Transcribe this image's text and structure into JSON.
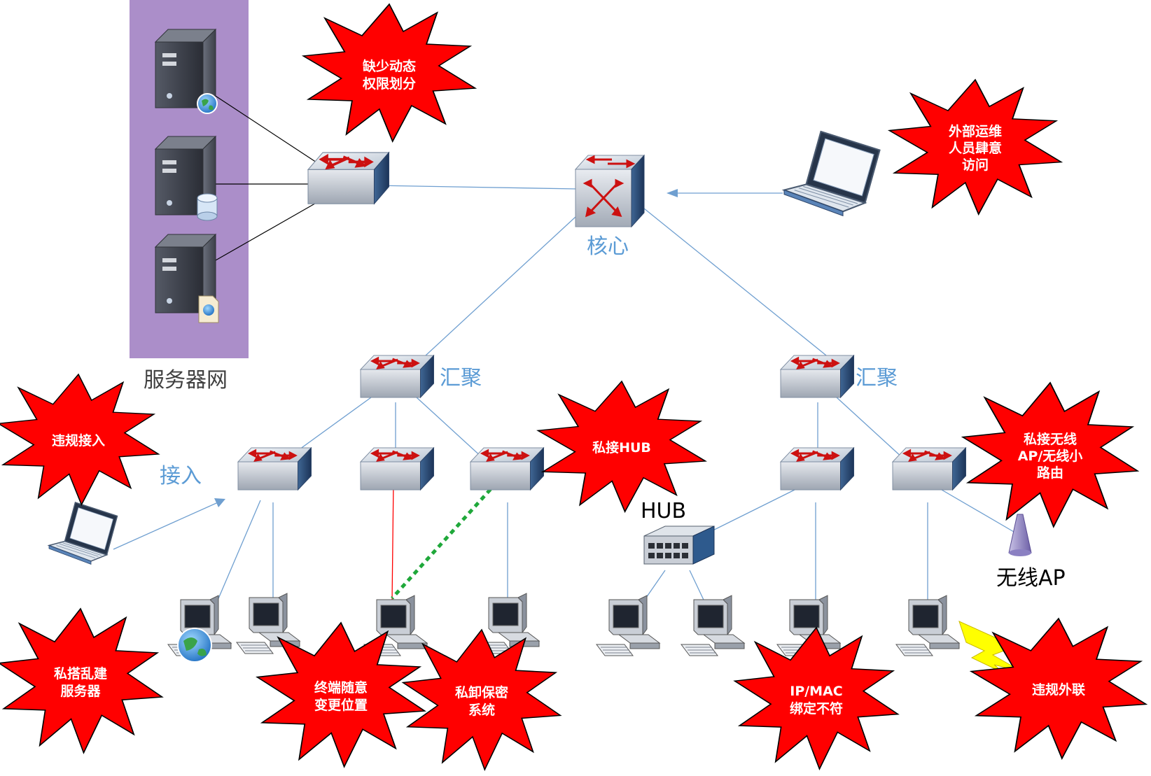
{
  "labels": {
    "server_zone": "服务器网",
    "core": "核心",
    "aggregation_left": "汇聚",
    "aggregation_right": "汇聚",
    "access": "接入",
    "hub": "HUB",
    "wireless_ap": "无线AP"
  },
  "threats": {
    "missing_permissions": [
      "缺少动态",
      "权限划分"
    ],
    "external_ops": [
      "外部运维",
      "人员肆意",
      "访问"
    ],
    "illegal_access": [
      "违规接入"
    ],
    "private_hub": [
      "私接HUB"
    ],
    "private_wireless": [
      "私接无线",
      "AP/无线小",
      "路由"
    ],
    "private_server": [
      "私搭乱建",
      "服务器"
    ],
    "terminal_move": [
      "终端随意",
      "变更位置"
    ],
    "uninstall_security": [
      "私卸保密",
      "系统"
    ],
    "ip_mac_mismatch": [
      "IP/MAC",
      "绑定不符"
    ],
    "illegal_external": [
      "违规外联"
    ]
  },
  "colors": {
    "burst": "#ff0000",
    "server_zone": "#a688c6",
    "link": "#6f9fd0",
    "server_link": "#000000",
    "violation_link": "#ff0000",
    "dashed_link": "#1fa83a",
    "lightning": "#ffff00"
  }
}
